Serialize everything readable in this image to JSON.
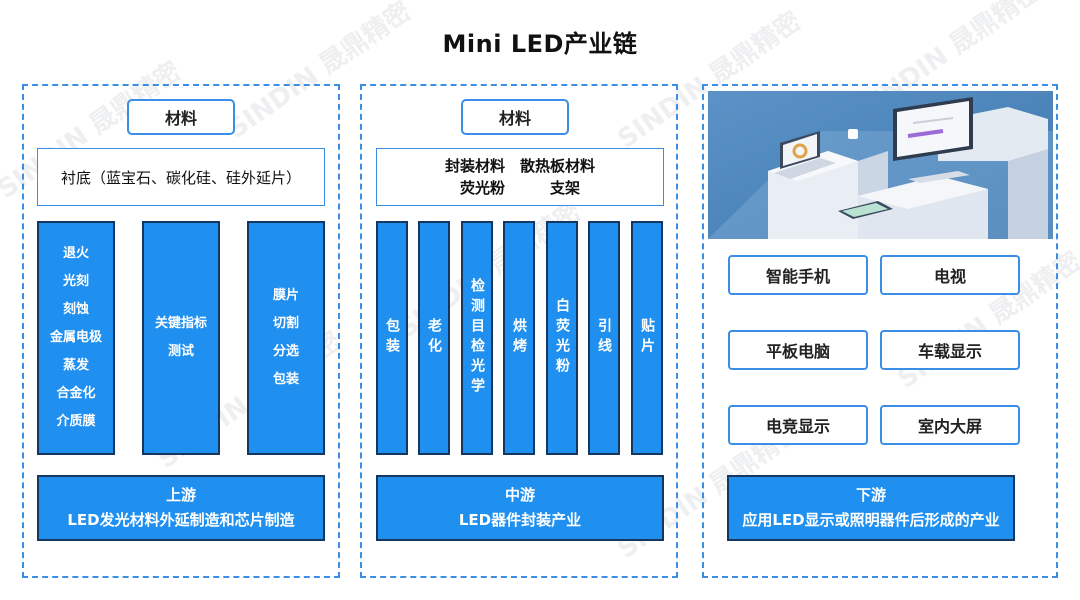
{
  "title": "Mini LED产业链",
  "watermark": "SINDIN 晟鼎精密",
  "colors": {
    "accent": "#1f8ff0",
    "border_dark": "#16365f",
    "dashed": "#3a8ee6"
  },
  "upstream": {
    "materials_label": "材料",
    "substrate": "衬底（蓝宝石、碳化硅、硅外延片）",
    "process_col1": [
      "退火",
      "光刻",
      "刻蚀",
      "金属电极",
      "蒸发",
      "合金化",
      "介质膜"
    ],
    "process_col2": [
      "关键指标",
      "测试"
    ],
    "process_col3": [
      "膜片",
      "切割",
      "分选",
      "包装"
    ],
    "stream_title": "上游",
    "stream_desc": "LED发光材料外延制造和芯片制造"
  },
  "midstream": {
    "materials_label": "材料",
    "materials_line1": "封装材料　散热板材料",
    "materials_line2": "荧光粉　　　支架",
    "columns": [
      "包装",
      "老化",
      "检测目检光学",
      "烘烤",
      "白荧光粉",
      "引线",
      "贴片"
    ],
    "stream_title": "中游",
    "stream_desc": "LED器件封装产业"
  },
  "downstream": {
    "illustration_icon": "desk-devices-illustration",
    "apps": [
      "智能手机",
      "电视",
      "平板电脑",
      "车载显示",
      "电竞显示",
      "室内大屏"
    ],
    "stream_title": "下游",
    "stream_desc": "应用LED显示或照明器件后形成的产业"
  }
}
